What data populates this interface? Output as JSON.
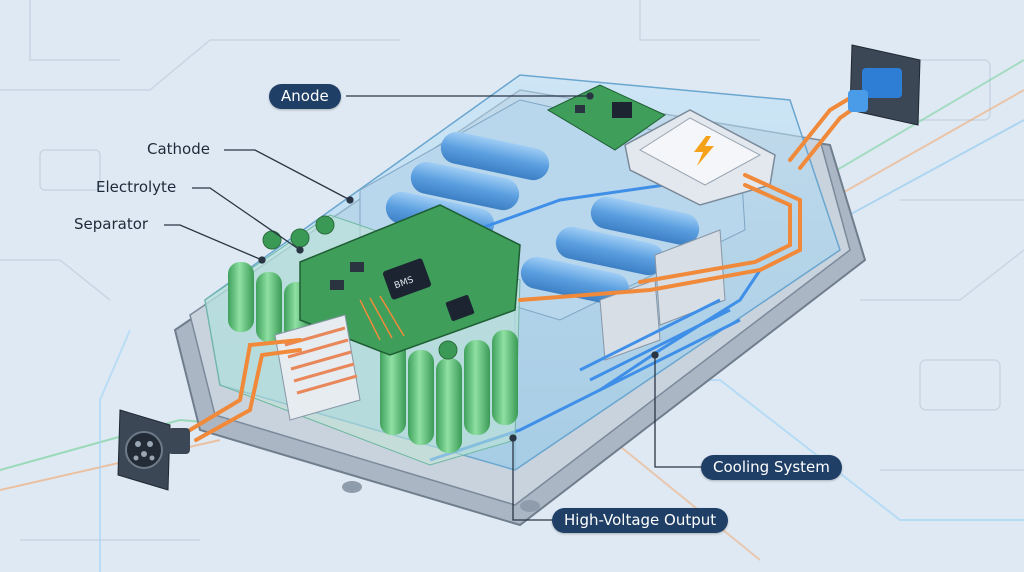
{
  "labels": {
    "anode": "Anode",
    "cathode": "Cathode",
    "electrolyte": "Electrolyte",
    "separator": "Separator",
    "cooling": "Cooling System",
    "hv_output": "High-Voltage Output"
  },
  "chip_label": "BMS",
  "colors": {
    "background": "#dfe9f3",
    "cell_green": "#5fc27a",
    "cell_blue": "#5b9fe0",
    "board_green": "#3e9e5a",
    "cable_orange": "#f08a3a",
    "coolant_blue": "#3f8fe8",
    "label_pill": "#1f3f66"
  },
  "icons": [
    "lightning-icon",
    "charging-port-icon",
    "connector-plug-icon"
  ]
}
